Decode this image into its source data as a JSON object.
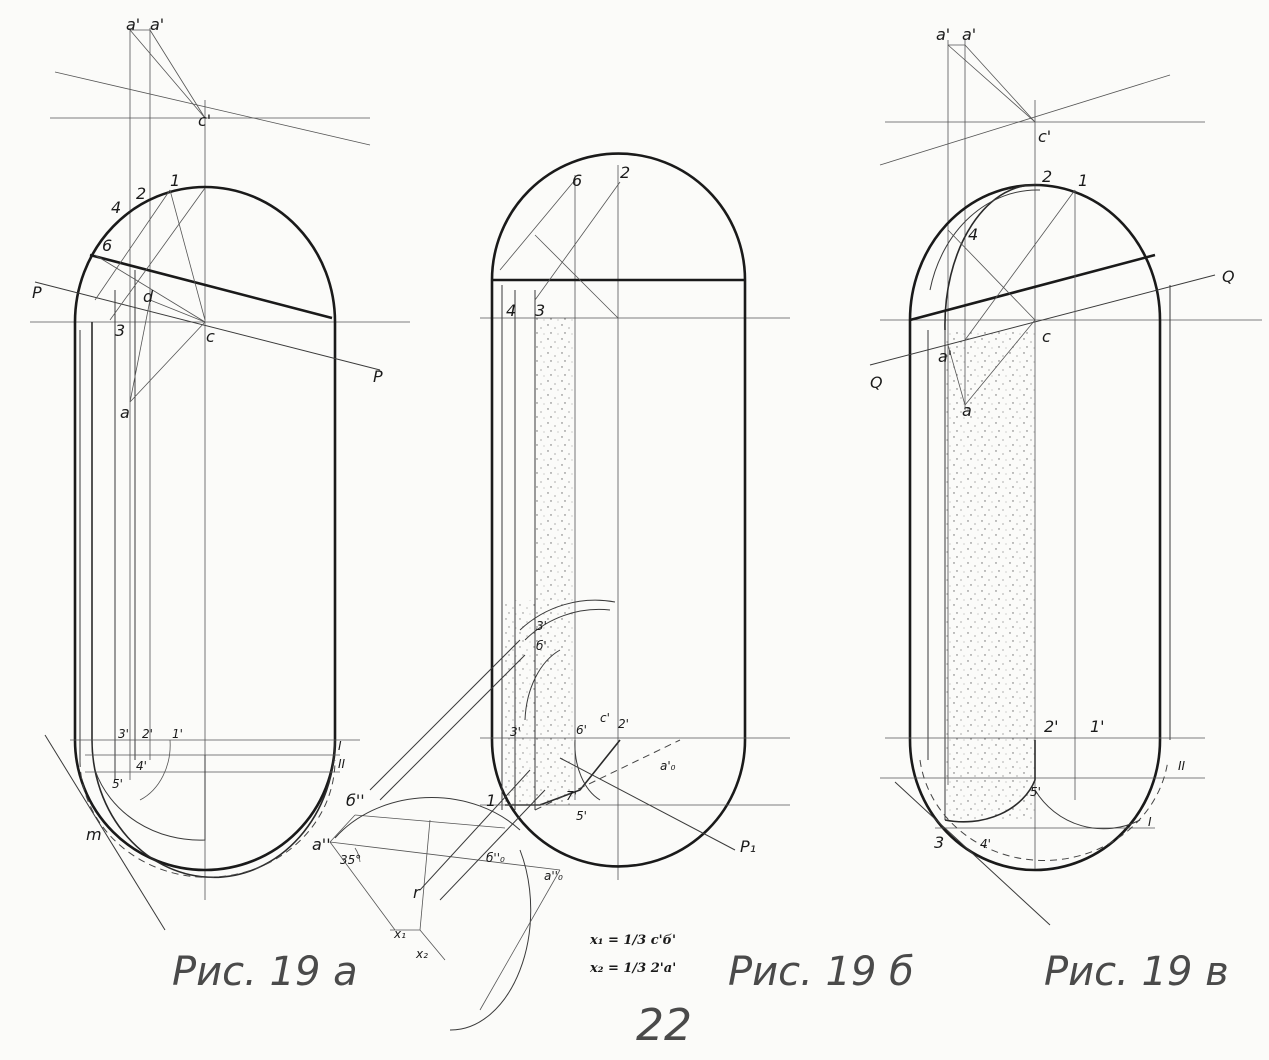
{
  "captions": {
    "fig_a": "Рис. 19 а",
    "fig_b": "Рис. 19 б",
    "fig_c": "Рис. 19 в"
  },
  "page_number": "22",
  "fig_a": {
    "labels": {
      "a_prime_top": "a'",
      "a_prime_top2": "a'",
      "c_prime": "c'",
      "p1": "1",
      "p2": "2",
      "p4": "4",
      "p6": "6",
      "p3": "3",
      "d": "d",
      "c": "c",
      "a": "a",
      "P_left": "P",
      "P_right": "P",
      "p3_prime": "3'",
      "p2_prime": "2'",
      "p1_prime": "1'",
      "p4_prime": "4'",
      "p5_prime": "5'",
      "m": "m",
      "I": "I",
      "II": "II"
    }
  },
  "fig_b": {
    "labels": {
      "p6": "6",
      "p2": "2",
      "p4": "4",
      "p3": "3",
      "p3_prime": "3'",
      "b_prime": "б'",
      "p3_prime_lower": "3'",
      "p6_prime": "6'",
      "c_prime": "c'",
      "p2_prime": "2'",
      "a0_prime": "a'₀",
      "p1": "1",
      "p7_prime": "7'",
      "p5": "5'",
      "P1": "P₁",
      "b_dbl": "б''",
      "a_dbl": "a''",
      "angle": "35°",
      "b0_dbl": "б''₀",
      "a0_dbl": "a''₀",
      "r": "r",
      "x1": "x₁",
      "x2": "x₂"
    },
    "formula_1": "x₁ = 1/3 c'б'",
    "formula_2": "x₂ = 1/3 2'a'"
  },
  "fig_c": {
    "labels": {
      "a_prime_1": "a'",
      "a_prime_2": "a'",
      "c_prime": "c'",
      "p2": "2",
      "p1": "1",
      "p4": "4",
      "Q_right": "Q",
      "Q_left": "Q",
      "a_dash": "a'",
      "c": "c",
      "a": "a",
      "p2_prime": "2'",
      "p1_prime": "1'",
      "II": "II",
      "p5_prime": "5'",
      "p3": "3",
      "p4_prime": "4'",
      "I": "I"
    }
  }
}
